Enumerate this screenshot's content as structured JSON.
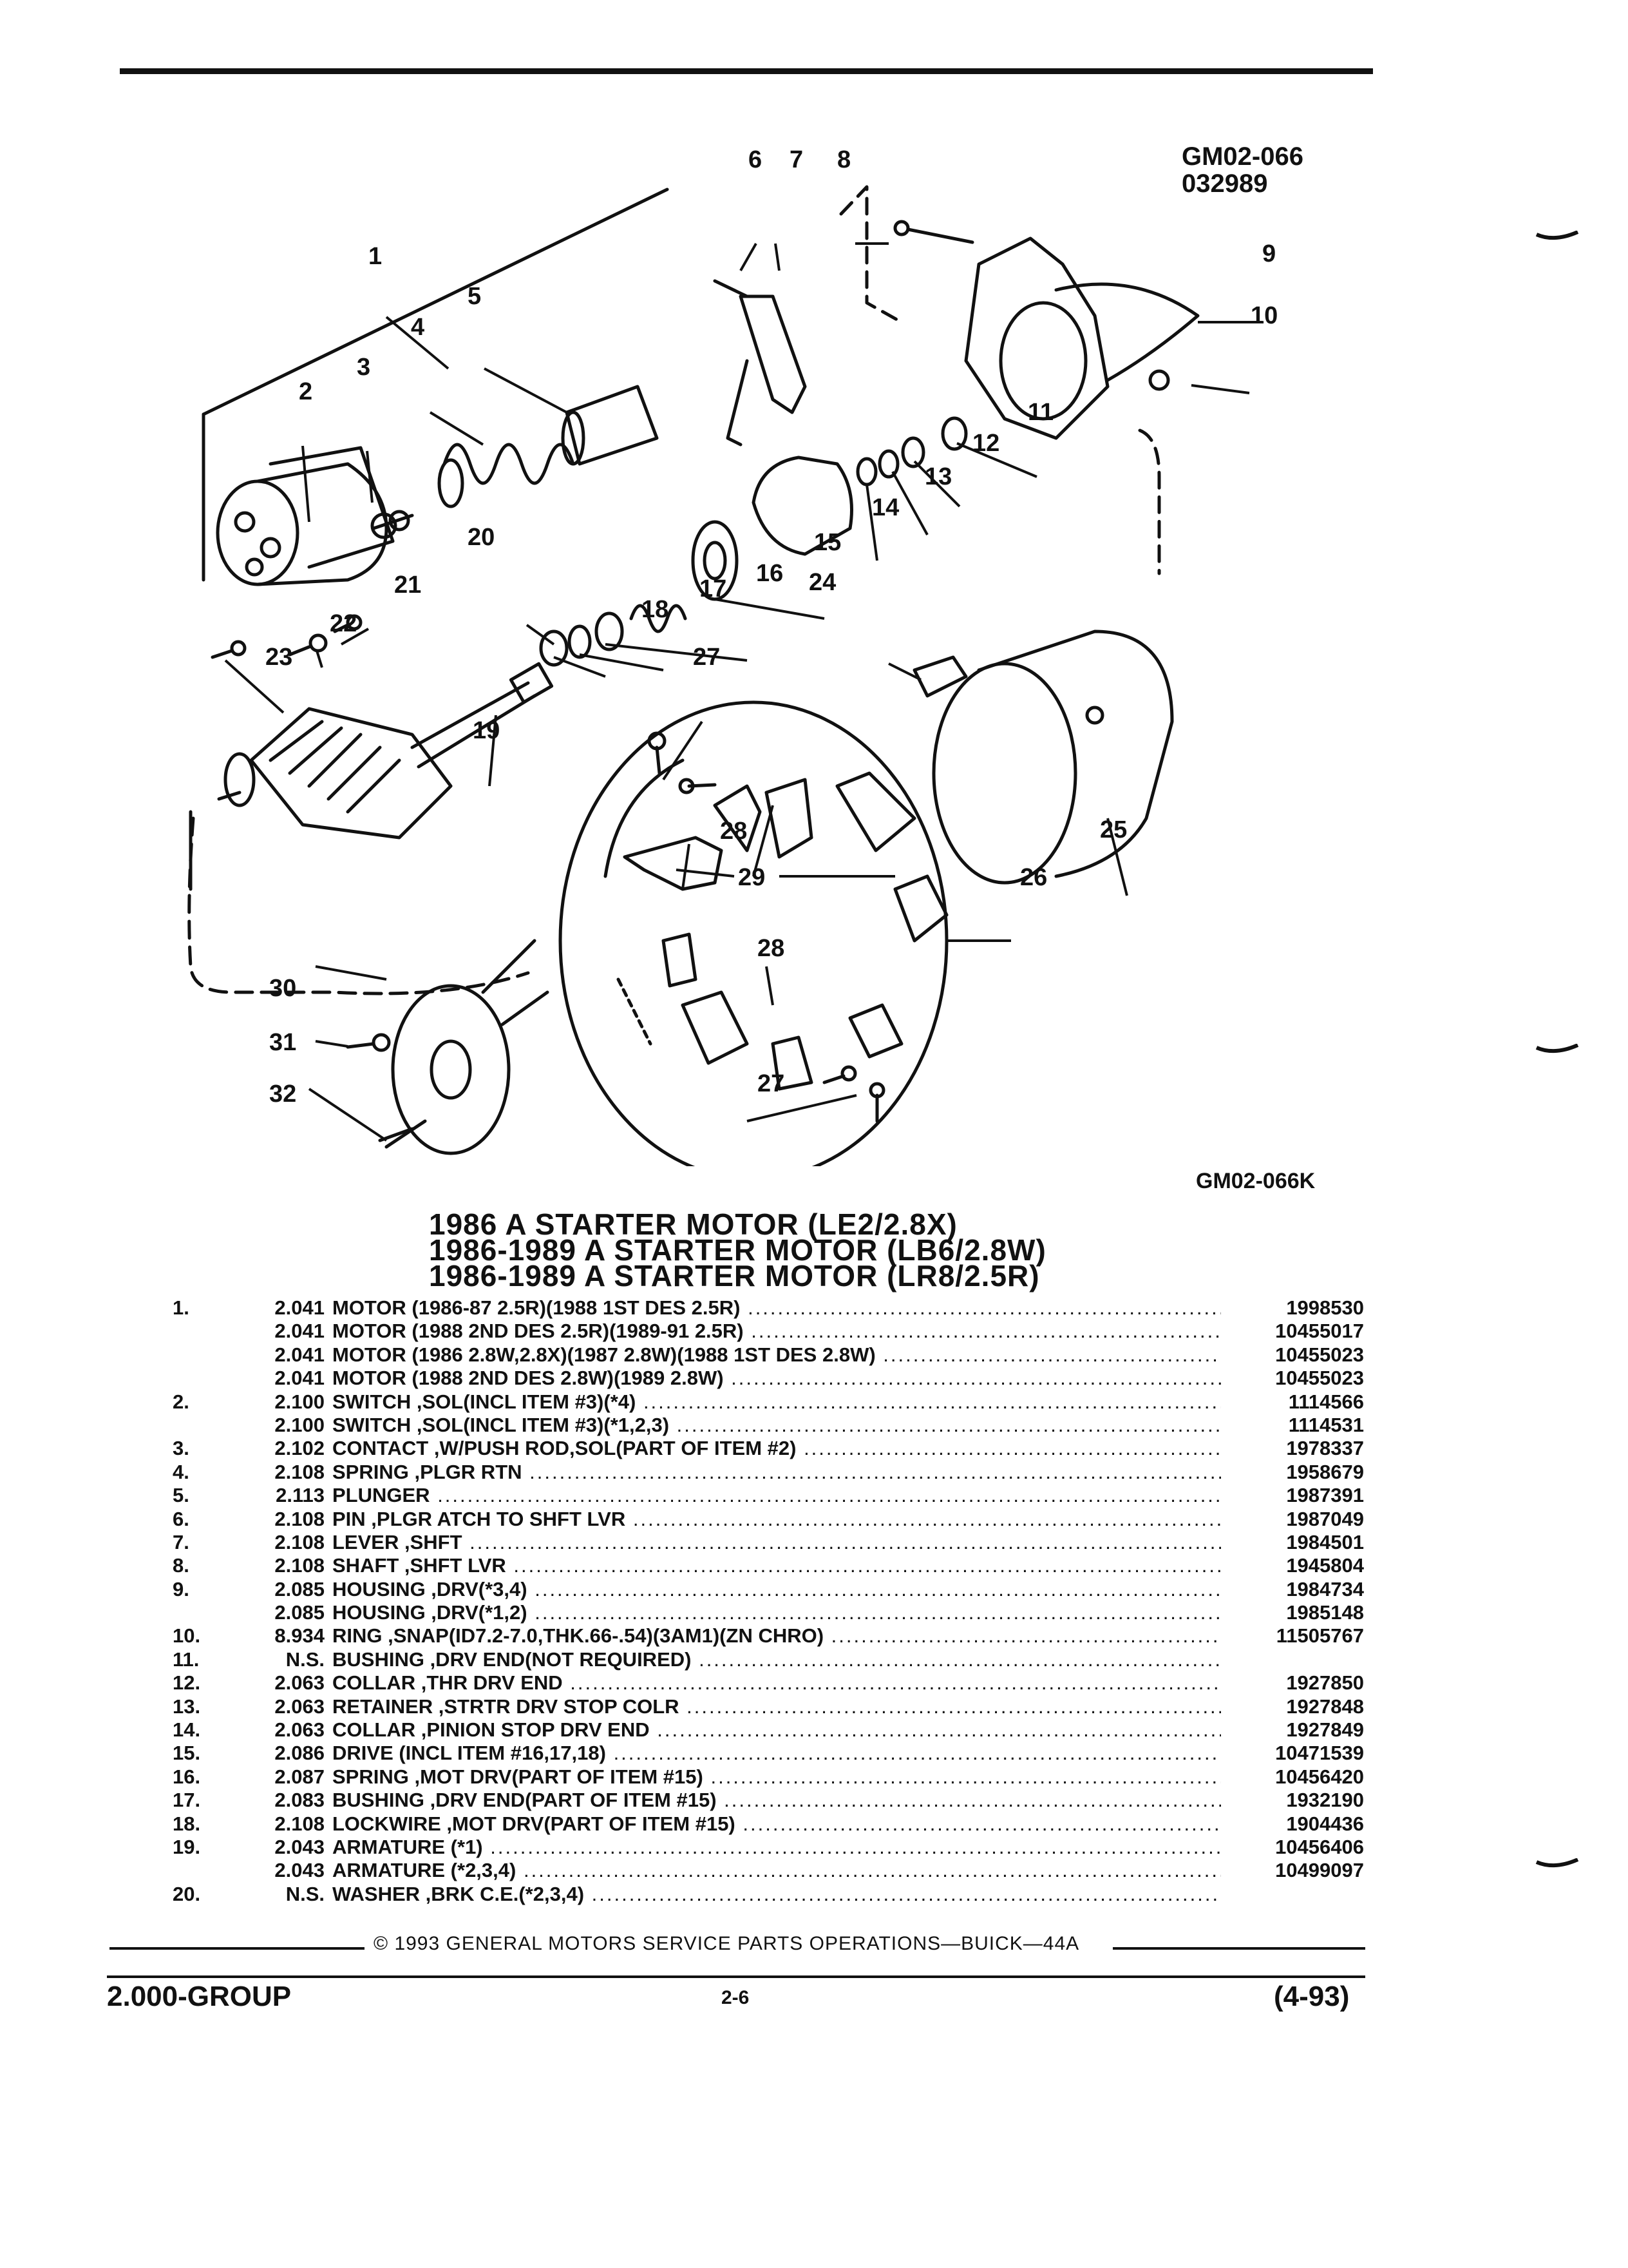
{
  "figure": {
    "ref_top_line1": "GM02-066",
    "ref_top_line2": "032989",
    "ref_bottom": "GM02-066K",
    "callouts": [
      "1",
      "2",
      "3",
      "4",
      "5",
      "6",
      "7",
      "8",
      "9",
      "10",
      "11",
      "12",
      "13",
      "14",
      "15",
      "16",
      "17",
      "18",
      "19",
      "20",
      "21",
      "22",
      "23",
      "24",
      "25",
      "26",
      "27",
      "27",
      "28",
      "28",
      "29",
      "30",
      "31",
      "32"
    ]
  },
  "titles": [
    "1986 A STARTER MOTOR (LE2/2.8X)",
    "1986-1989 A STARTER MOTOR (LB6/2.8W)",
    "1986-1989 A STARTER MOTOR (LR8/2.5R)"
  ],
  "parts": [
    {
      "item": "1.",
      "group": "2.041",
      "desc": "MOTOR (1986-87 2.5R)(1988 1ST DES 2.5R)",
      "part": "1998530"
    },
    {
      "item": "",
      "group": "2.041",
      "desc": "MOTOR (1988 2ND DES 2.5R)(1989-91 2.5R)",
      "part": "10455017"
    },
    {
      "item": "",
      "group": "2.041",
      "desc": "MOTOR (1986 2.8W,2.8X)(1987 2.8W)(1988 1ST DES 2.8W)",
      "part": "10455023"
    },
    {
      "item": "",
      "group": "2.041",
      "desc": "MOTOR (1988 2ND DES 2.8W)(1989 2.8W)",
      "part": "10455023"
    },
    {
      "item": "2.",
      "group": "2.100",
      "desc": "SWITCH ,SOL(INCL ITEM #3)(*4)",
      "part": "1114566"
    },
    {
      "item": "",
      "group": "2.100",
      "desc": "SWITCH ,SOL(INCL ITEM #3)(*1,2,3)",
      "part": "1114531"
    },
    {
      "item": "3.",
      "group": "2.102",
      "desc": "CONTACT ,W/PUSH ROD,SOL(PART OF ITEM #2)",
      "part": "1978337"
    },
    {
      "item": "4.",
      "group": "2.108",
      "desc": "SPRING ,PLGR RTN",
      "part": "1958679"
    },
    {
      "item": "5.",
      "group": "2.113",
      "desc": "PLUNGER",
      "part": "1987391"
    },
    {
      "item": "6.",
      "group": "2.108",
      "desc": "PIN ,PLGR ATCH TO SHFT LVR",
      "part": "1987049"
    },
    {
      "item": "7.",
      "group": "2.108",
      "desc": "LEVER ,SHFT",
      "part": "1984501"
    },
    {
      "item": "8.",
      "group": "2.108",
      "desc": "SHAFT ,SHFT LVR",
      "part": "1945804"
    },
    {
      "item": "9.",
      "group": "2.085",
      "desc": "HOUSING ,DRV(*3,4)",
      "part": "1984734"
    },
    {
      "item": "",
      "group": "2.085",
      "desc": "HOUSING ,DRV(*1,2)",
      "part": "1985148"
    },
    {
      "item": "10.",
      "group": "8.934",
      "desc": "RING ,SNAP(ID7.2-7.0,THK.66-.54)(3AM1)(ZN CHRO)",
      "part": "11505767"
    },
    {
      "item": "11.",
      "group": "N.S.",
      "desc": "BUSHING ,DRV END(NOT REQUIRED)",
      "part": ""
    },
    {
      "item": "12.",
      "group": "2.063",
      "desc": "COLLAR ,THR DRV END",
      "part": "1927850"
    },
    {
      "item": "13.",
      "group": "2.063",
      "desc": "RETAINER ,STRTR DRV STOP COLR",
      "part": "1927848"
    },
    {
      "item": "14.",
      "group": "2.063",
      "desc": "COLLAR ,PINION STOP DRV END",
      "part": "1927849"
    },
    {
      "item": "15.",
      "group": "2.086",
      "desc": "DRIVE (INCL ITEM #16,17,18)",
      "part": "10471539"
    },
    {
      "item": "16.",
      "group": "2.087",
      "desc": "SPRING ,MOT DRV(PART OF ITEM #15)",
      "part": "10456420"
    },
    {
      "item": "17.",
      "group": "2.083",
      "desc": "BUSHING ,DRV END(PART OF ITEM #15)",
      "part": "1932190"
    },
    {
      "item": "18.",
      "group": "2.108",
      "desc": "LOCKWIRE ,MOT DRV(PART OF ITEM #15)",
      "part": "1904436"
    },
    {
      "item": "19.",
      "group": "2.043",
      "desc": "ARMATURE (*1)",
      "part": "10456406"
    },
    {
      "item": "",
      "group": "2.043",
      "desc": "ARMATURE (*2,3,4)",
      "part": "10499097"
    },
    {
      "item": "20.",
      "group": "N.S.",
      "desc": "WASHER ,BRK C.E.(*2,3,4)",
      "part": ""
    }
  ],
  "footer": {
    "copyright": "© 1993 GENERAL MOTORS SERVICE PARTS OPERATIONS—BUICK—44A",
    "group": "2.000-GROUP",
    "page": "2-6",
    "date": "(4-93)"
  }
}
